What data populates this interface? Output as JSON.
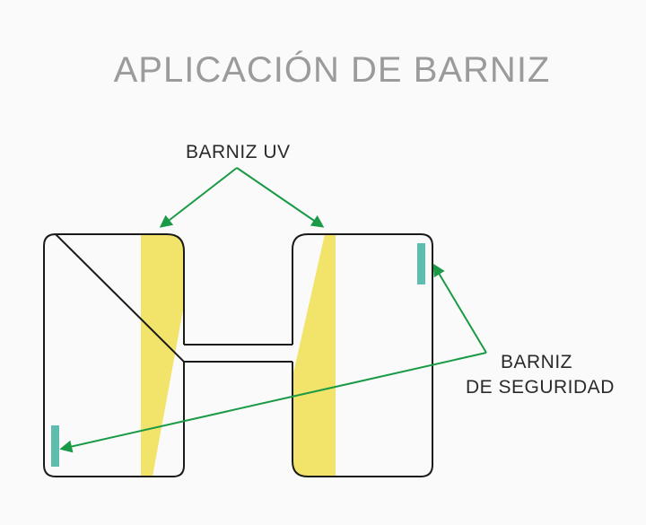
{
  "title": "APLICACIÓN DE BARNIZ",
  "labels": {
    "uv": "BARNIZ UV",
    "security_line1": "BARNIZ",
    "security_line2": "DE SEGURIDAD"
  },
  "colors": {
    "title": "#9b9b9b",
    "outline": "#1a1a1a",
    "uv_varnish": "#f2e36a",
    "security_varnish": "#5fbdb0",
    "arrow": "#1a9a46",
    "background": "#fafafa"
  }
}
